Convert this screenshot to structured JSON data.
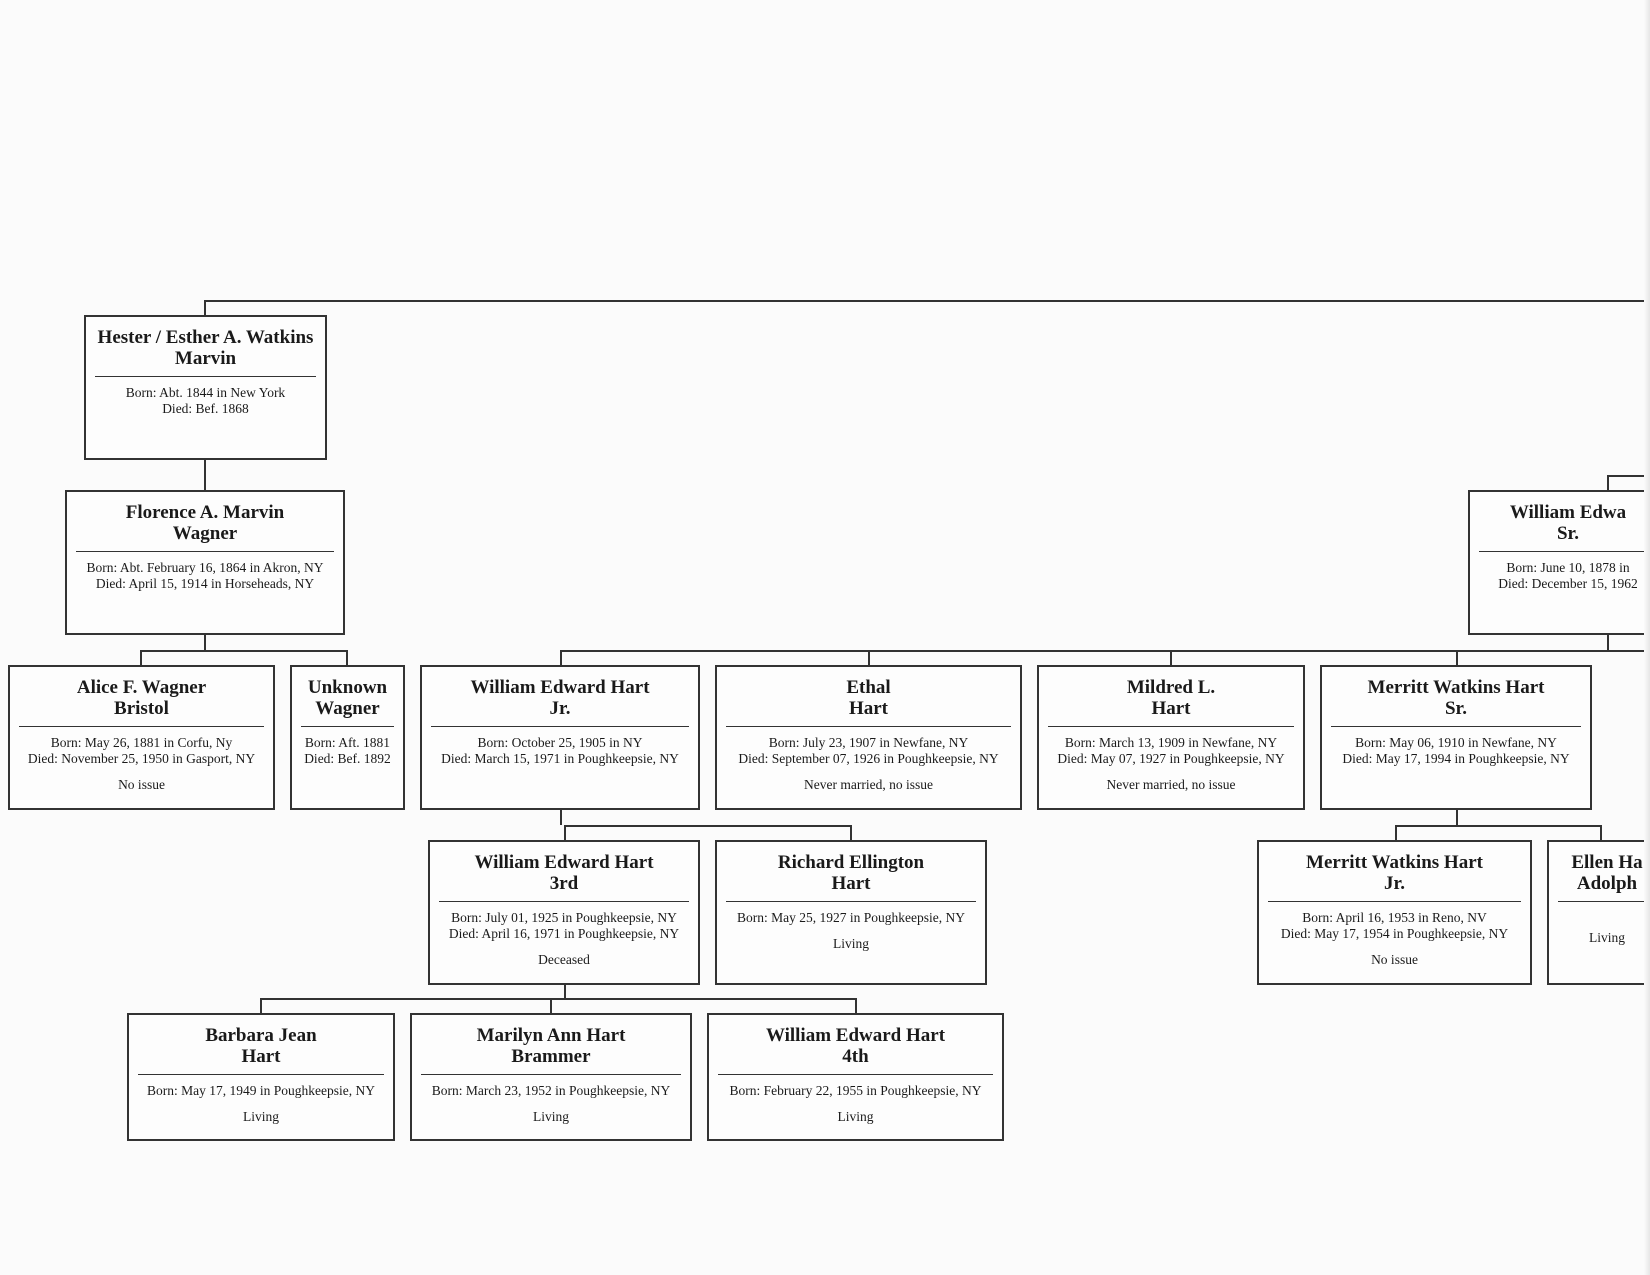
{
  "people": {
    "hester": {
      "name1": "Hester / Esther A. Watkins",
      "name2": "Marvin",
      "born": "Born: Abt. 1844 in New York",
      "died": "Died: Bef. 1868",
      "note": ""
    },
    "florence": {
      "name1": "Florence A. Marvin",
      "name2": "Wagner",
      "born": "Born: Abt. February 16, 1864 in Akron, NY",
      "died": "Died: April 15, 1914 in Horseheads, NY",
      "note": ""
    },
    "william_sr": {
      "name1": "William Edwa",
      "name2": "Sr.",
      "born": "Born: June 10, 1878 in",
      "died": "Died: December 15, 1962",
      "note": ""
    },
    "alice": {
      "name1": "Alice F. Wagner",
      "name2": "Bristol",
      "born": "Born: May 26, 1881 in Corfu, Ny",
      "died": "Died: November 25, 1950 in Gasport, NY",
      "note": "No issue"
    },
    "unknown": {
      "name1": "Unknown",
      "name2": "Wagner",
      "born": "Born: Aft. 1881",
      "died": "Died: Bef. 1892",
      "note": ""
    },
    "william_jr": {
      "name1": "William Edward Hart",
      "name2": "Jr.",
      "born": "Born: October 25, 1905 in NY",
      "died": "Died: March 15, 1971 in Poughkeepsie, NY",
      "note": ""
    },
    "ethal": {
      "name1": "Ethal",
      "name2": "Hart",
      "born": "Born: July 23, 1907 in Newfane, NY",
      "died": "Died: September 07, 1926 in Poughkeepsie, NY",
      "note": "Never married, no issue"
    },
    "mildred": {
      "name1": "Mildred L.",
      "name2": "Hart",
      "born": "Born: March 13, 1909 in Newfane, NY",
      "died": "Died: May 07, 1927 in Poughkeepsie, NY",
      "note": "Never married, no issue"
    },
    "merritt_sr": {
      "name1": "Merritt Watkins Hart",
      "name2": "Sr.",
      "born": "Born: May 06, 1910 in Newfane, NY",
      "died": "Died: May 17, 1994 in Poughkeepsie, NY",
      "note": ""
    },
    "william_3rd": {
      "name1": "William Edward Hart",
      "name2": "3rd",
      "born": "Born: July 01, 1925 in Poughkeepsie, NY",
      "died": "Died: April 16, 1971 in Poughkeepsie, NY",
      "note": "Deceased"
    },
    "richard": {
      "name1": "Richard Ellington",
      "name2": "Hart",
      "born": "Born: May 25, 1927 in Poughkeepsie, NY",
      "died": "",
      "note": "Living"
    },
    "merritt_jr": {
      "name1": "Merritt Watkins Hart",
      "name2": "Jr.",
      "born": "Born: April 16, 1953 in Reno, NV",
      "died": "Died: May 17, 1954 in Poughkeepsie, NY",
      "note": "No issue"
    },
    "ellen": {
      "name1": "Ellen Ha",
      "name2": "Adolph",
      "born": "",
      "died": "",
      "note": "Living"
    },
    "barbara": {
      "name1": "Barbara Jean",
      "name2": "Hart",
      "born": "Born: May 17, 1949 in Poughkeepsie, NY",
      "died": "",
      "note": "Living"
    },
    "marilyn": {
      "name1": "Marilyn Ann Hart",
      "name2": "Brammer",
      "born": "Born: March 23, 1952 in Poughkeepsie, NY",
      "died": "",
      "note": "Living"
    },
    "william_4th": {
      "name1": "William Edward Hart",
      "name2": "4th",
      "born": "Born: February 22, 1955 in Poughkeepsie, NY",
      "died": "",
      "note": "Living"
    }
  }
}
